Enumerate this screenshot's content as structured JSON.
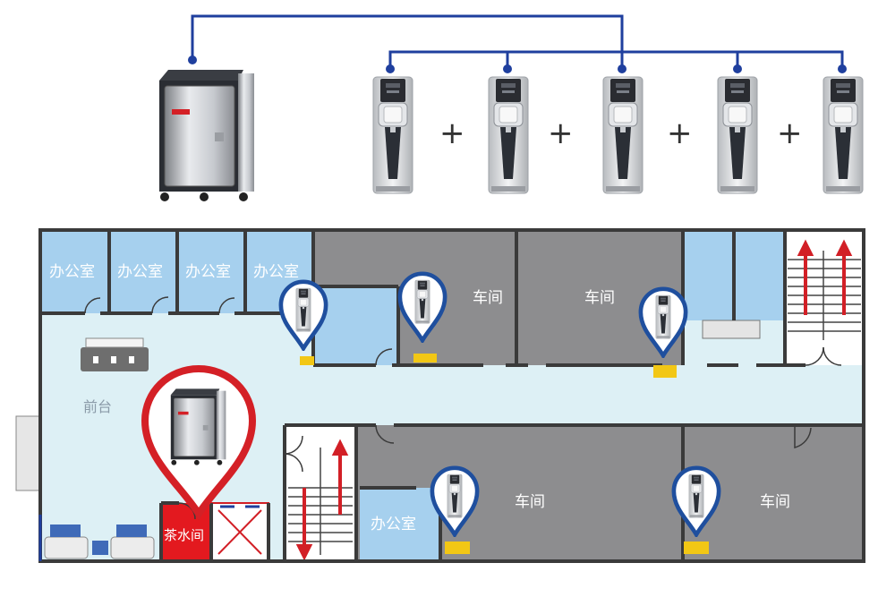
{
  "diagram": {
    "labels": {
      "office": "办公室",
      "workshop": "车间",
      "front_desk": "前台",
      "tea_room": "茶水间"
    },
    "plus_sign": "+",
    "colors": {
      "network_line": "#1f3f9e",
      "office_room": "#a6d0ee",
      "workshop_room": "#8d8d8f",
      "corridor": "#ddf0f5",
      "wall": "#3a3a3a",
      "pin_blue": "#1f4f9e",
      "pin_red": "#d42026",
      "tea_room": "#e3191f",
      "marker_yellow": "#f2c715",
      "stair_arrow": "#d21f26"
    },
    "icons": [
      "central-purifier-icon",
      "water-dispenser-icon",
      "location-pin-icon"
    ]
  }
}
